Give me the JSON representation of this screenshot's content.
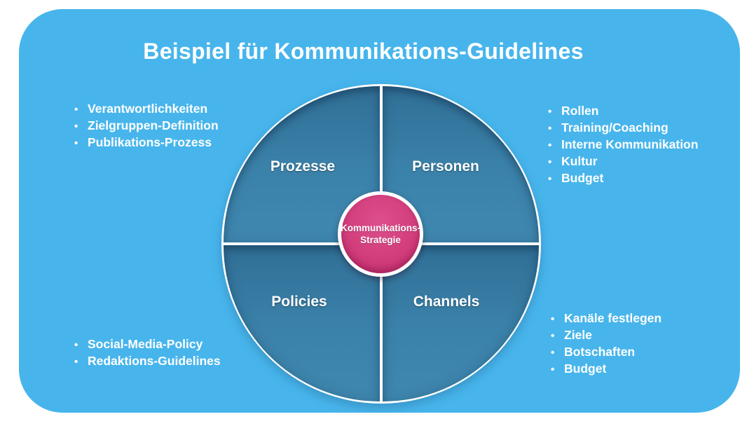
{
  "title": "Beispiel für Kommunikations-Guidelines",
  "colors": {
    "card_background": "#47B5EC",
    "quadrant_blue": "#3B82AA",
    "hub_pink": "#D23E7C",
    "divider_white": "#FFFFFF",
    "text": "#FFFFFF"
  },
  "center": {
    "line1": "Kommunikations-",
    "line2": "Strategie"
  },
  "quadrants": [
    {
      "id": "prozesse",
      "label": "Prozesse"
    },
    {
      "id": "personen",
      "label": "Personen"
    },
    {
      "id": "policies",
      "label": "Policies"
    },
    {
      "id": "channels",
      "label": "Channels"
    }
  ],
  "lists": {
    "top_left": {
      "items": [
        "Verantwortlichkeiten",
        "Zielgruppen-Definition",
        "Publikations-Prozess"
      ]
    },
    "top_right": {
      "items": [
        "Rollen",
        "Training/Coaching",
        "Interne Kommunikation",
        "Kultur",
        "Budget"
      ]
    },
    "bottom_left": {
      "items": [
        "Social-Media-Policy",
        "Redaktions-Guidelines"
      ]
    },
    "bottom_right": {
      "items": [
        "Kanäle festlegen",
        "Ziele",
        "Botschaften",
        "Budget"
      ]
    }
  }
}
